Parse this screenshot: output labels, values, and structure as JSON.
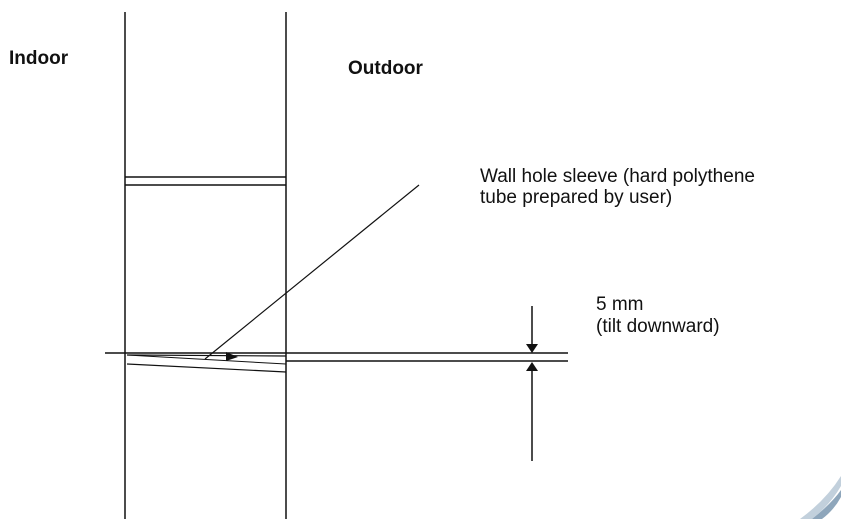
{
  "labels": {
    "indoor": "Indoor",
    "outdoor": "Outdoor",
    "sleeve_line1": "Wall hole sleeve (hard polythene",
    "sleeve_line2": "tube prepared by user)",
    "dim_value": "5 mm",
    "dim_note": "(tilt downward)"
  },
  "colors": {
    "line": "#111111",
    "ink": "#111111",
    "corner_swoosh": "#aebfcf"
  }
}
